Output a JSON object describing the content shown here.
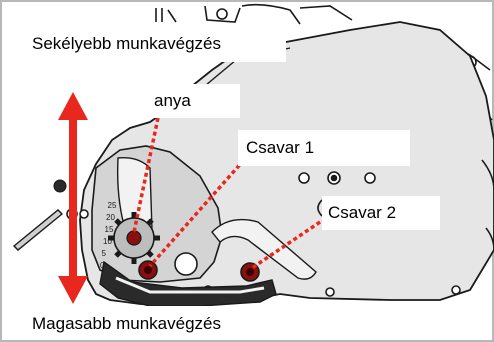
{
  "labels": {
    "top": "Sekélyebb munkavégzés",
    "nut": "anya",
    "screw1": "Csavar 1",
    "screw2": "Csavar 2",
    "bottom": "Magasabb munkavégzés"
  },
  "scale_marks": [
    "0",
    "5",
    "10",
    "15",
    "20",
    "25"
  ],
  "colors": {
    "arrow": "#e8281e",
    "callout_dots": "#e8281e",
    "housing_fill": "#e6e6e6",
    "outline": "#1a1a1a",
    "screw_head": "#8a1010"
  }
}
